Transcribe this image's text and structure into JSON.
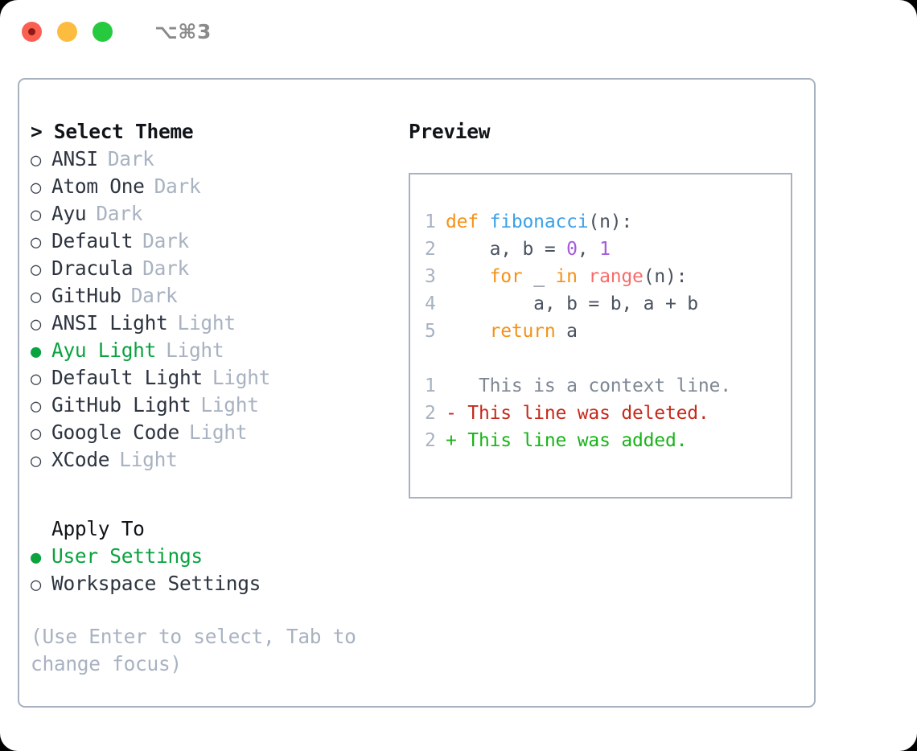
{
  "titlebar": {
    "shortcut": "⌥⌘3",
    "buttons": [
      {
        "name": "close",
        "color": "#fb5f52"
      },
      {
        "name": "minimize",
        "color": "#fcbc40"
      },
      {
        "name": "maximize",
        "color": "#27c93f"
      }
    ]
  },
  "theme_picker": {
    "heading": "> Select Theme",
    "items": [
      {
        "bullet": "○",
        "name": "ANSI",
        "tag": "Dark",
        "selected": false
      },
      {
        "bullet": "○",
        "name": "Atom One",
        "tag": "Dark",
        "selected": false
      },
      {
        "bullet": "○",
        "name": "Ayu",
        "tag": "Dark",
        "selected": false
      },
      {
        "bullet": "○",
        "name": "Default",
        "tag": "Dark",
        "selected": false
      },
      {
        "bullet": "○",
        "name": "Dracula",
        "tag": "Dark",
        "selected": false
      },
      {
        "bullet": "○",
        "name": "GitHub",
        "tag": "Dark",
        "selected": false
      },
      {
        "bullet": "○",
        "name": "ANSI Light",
        "tag": "Light",
        "selected": false
      },
      {
        "bullet": "●",
        "name": "Ayu Light",
        "tag": "Light",
        "selected": true
      },
      {
        "bullet": "○",
        "name": "Default Light",
        "tag": "Light",
        "selected": false
      },
      {
        "bullet": "○",
        "name": "GitHub Light",
        "tag": "Light",
        "selected": false
      },
      {
        "bullet": "○",
        "name": "Google Code",
        "tag": "Light",
        "selected": false
      },
      {
        "bullet": "○",
        "name": "XCode",
        "tag": "Light",
        "selected": false
      }
    ]
  },
  "apply_to": {
    "heading": "Apply To",
    "options": [
      {
        "bullet": "●",
        "label": "User Settings",
        "selected": true
      },
      {
        "bullet": "○",
        "label": "Workspace Settings",
        "selected": false
      }
    ]
  },
  "hint": "(Use Enter to select, Tab to change focus)",
  "preview": {
    "heading": "Preview",
    "code_lines": [
      {
        "num": "1",
        "tokens": [
          {
            "t": "def ",
            "c": "kw"
          },
          {
            "t": "fibonacci",
            "c": "fn"
          },
          {
            "t": "(n):",
            "c": "punc"
          }
        ]
      },
      {
        "num": "2",
        "tokens": [
          {
            "t": "    a, b = ",
            "c": "txt"
          },
          {
            "t": "0",
            "c": "num"
          },
          {
            "t": ", ",
            "c": "txt"
          },
          {
            "t": "1",
            "c": "num"
          }
        ]
      },
      {
        "num": "3",
        "tokens": [
          {
            "t": "    ",
            "c": "txt"
          },
          {
            "t": "for",
            "c": "kw"
          },
          {
            "t": " _ ",
            "c": "txt"
          },
          {
            "t": "in",
            "c": "kw"
          },
          {
            "t": " ",
            "c": "txt"
          },
          {
            "t": "range",
            "c": "bi"
          },
          {
            "t": "(n):",
            "c": "punc"
          }
        ]
      },
      {
        "num": "4",
        "tokens": [
          {
            "t": "        a, b = b, a + b",
            "c": "txt"
          }
        ]
      },
      {
        "num": "5",
        "tokens": [
          {
            "t": "    ",
            "c": "txt"
          },
          {
            "t": "return",
            "c": "kw"
          },
          {
            "t": " a",
            "c": "txt"
          }
        ]
      }
    ],
    "diff_lines": [
      {
        "num": "1",
        "marker": " ",
        "text": "  This is a context line.",
        "kind": "context"
      },
      {
        "num": "2",
        "marker": "-",
        "text": " This line was deleted.",
        "kind": "deleted"
      },
      {
        "num": "2",
        "marker": "+",
        "text": " This line was added.",
        "kind": "added"
      }
    ]
  },
  "colors": {
    "accent_green": "#0aa33f",
    "muted": "#a8b2c1",
    "border": "#a7b1c0",
    "keyword": "#f59118",
    "function": "#3aa0e8",
    "number": "#a45bdb",
    "builtin": "#f86b6b",
    "diff_deleted": "#c42b1c",
    "diff_added": "#19b319"
  }
}
